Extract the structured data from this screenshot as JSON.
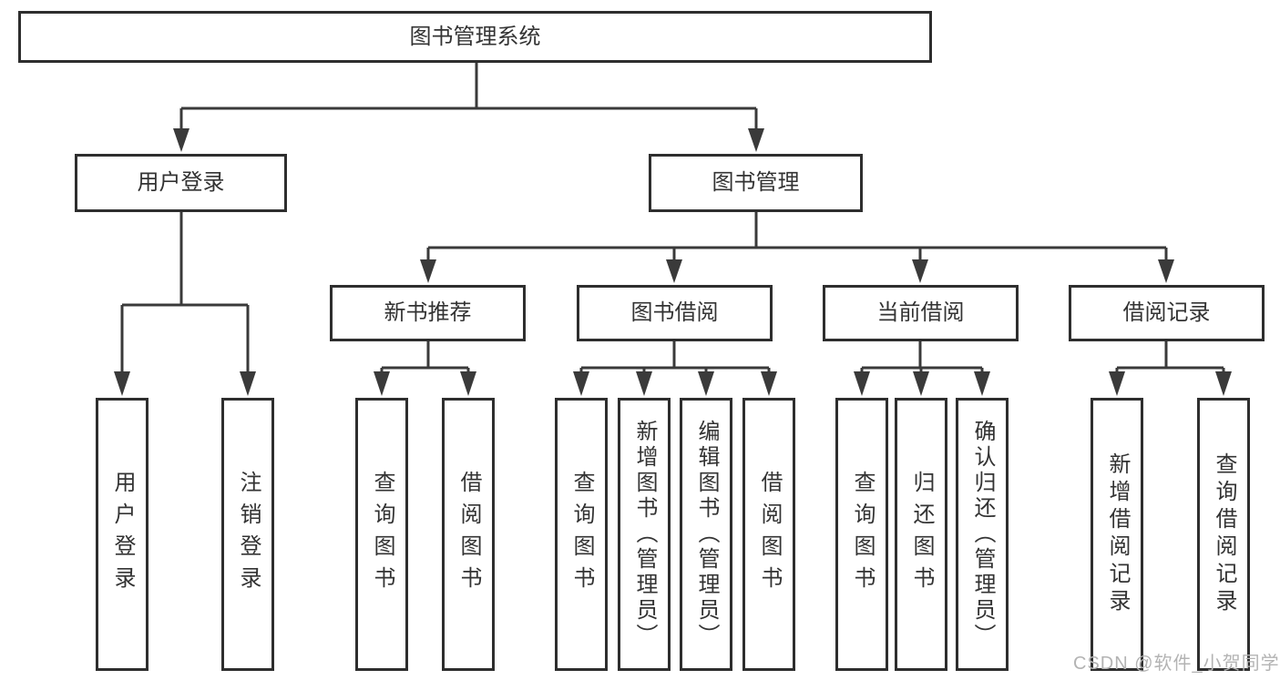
{
  "tree": {
    "root": "图书管理系统",
    "children": [
      {
        "label": "用户登录",
        "children": [
          "用户登录",
          "注销登录"
        ]
      },
      {
        "label": "图书管理",
        "children": [
          {
            "label": "新书推荐",
            "children": [
              "查询图书",
              "借阅图书"
            ]
          },
          {
            "label": "图书借阅",
            "children": [
              "查询图书",
              "新增图书（管理员）",
              "编辑图书（管理员）",
              "借阅图书"
            ]
          },
          {
            "label": "当前借阅",
            "children": [
              "查询图书",
              "归还图书",
              "确认归还（管理员）"
            ]
          },
          {
            "label": "借阅记录",
            "children": [
              "新增借阅记录",
              "查询借阅记录"
            ]
          }
        ]
      }
    ]
  },
  "watermark": {
    "text": "CSDN @软件_小贺同学"
  },
  "colors": {
    "background": "#ffffff",
    "line": "#3a3a3a",
    "box_border": "#2e2e2e",
    "text": "#333333",
    "watermark_text": "#b3b3b3"
  }
}
